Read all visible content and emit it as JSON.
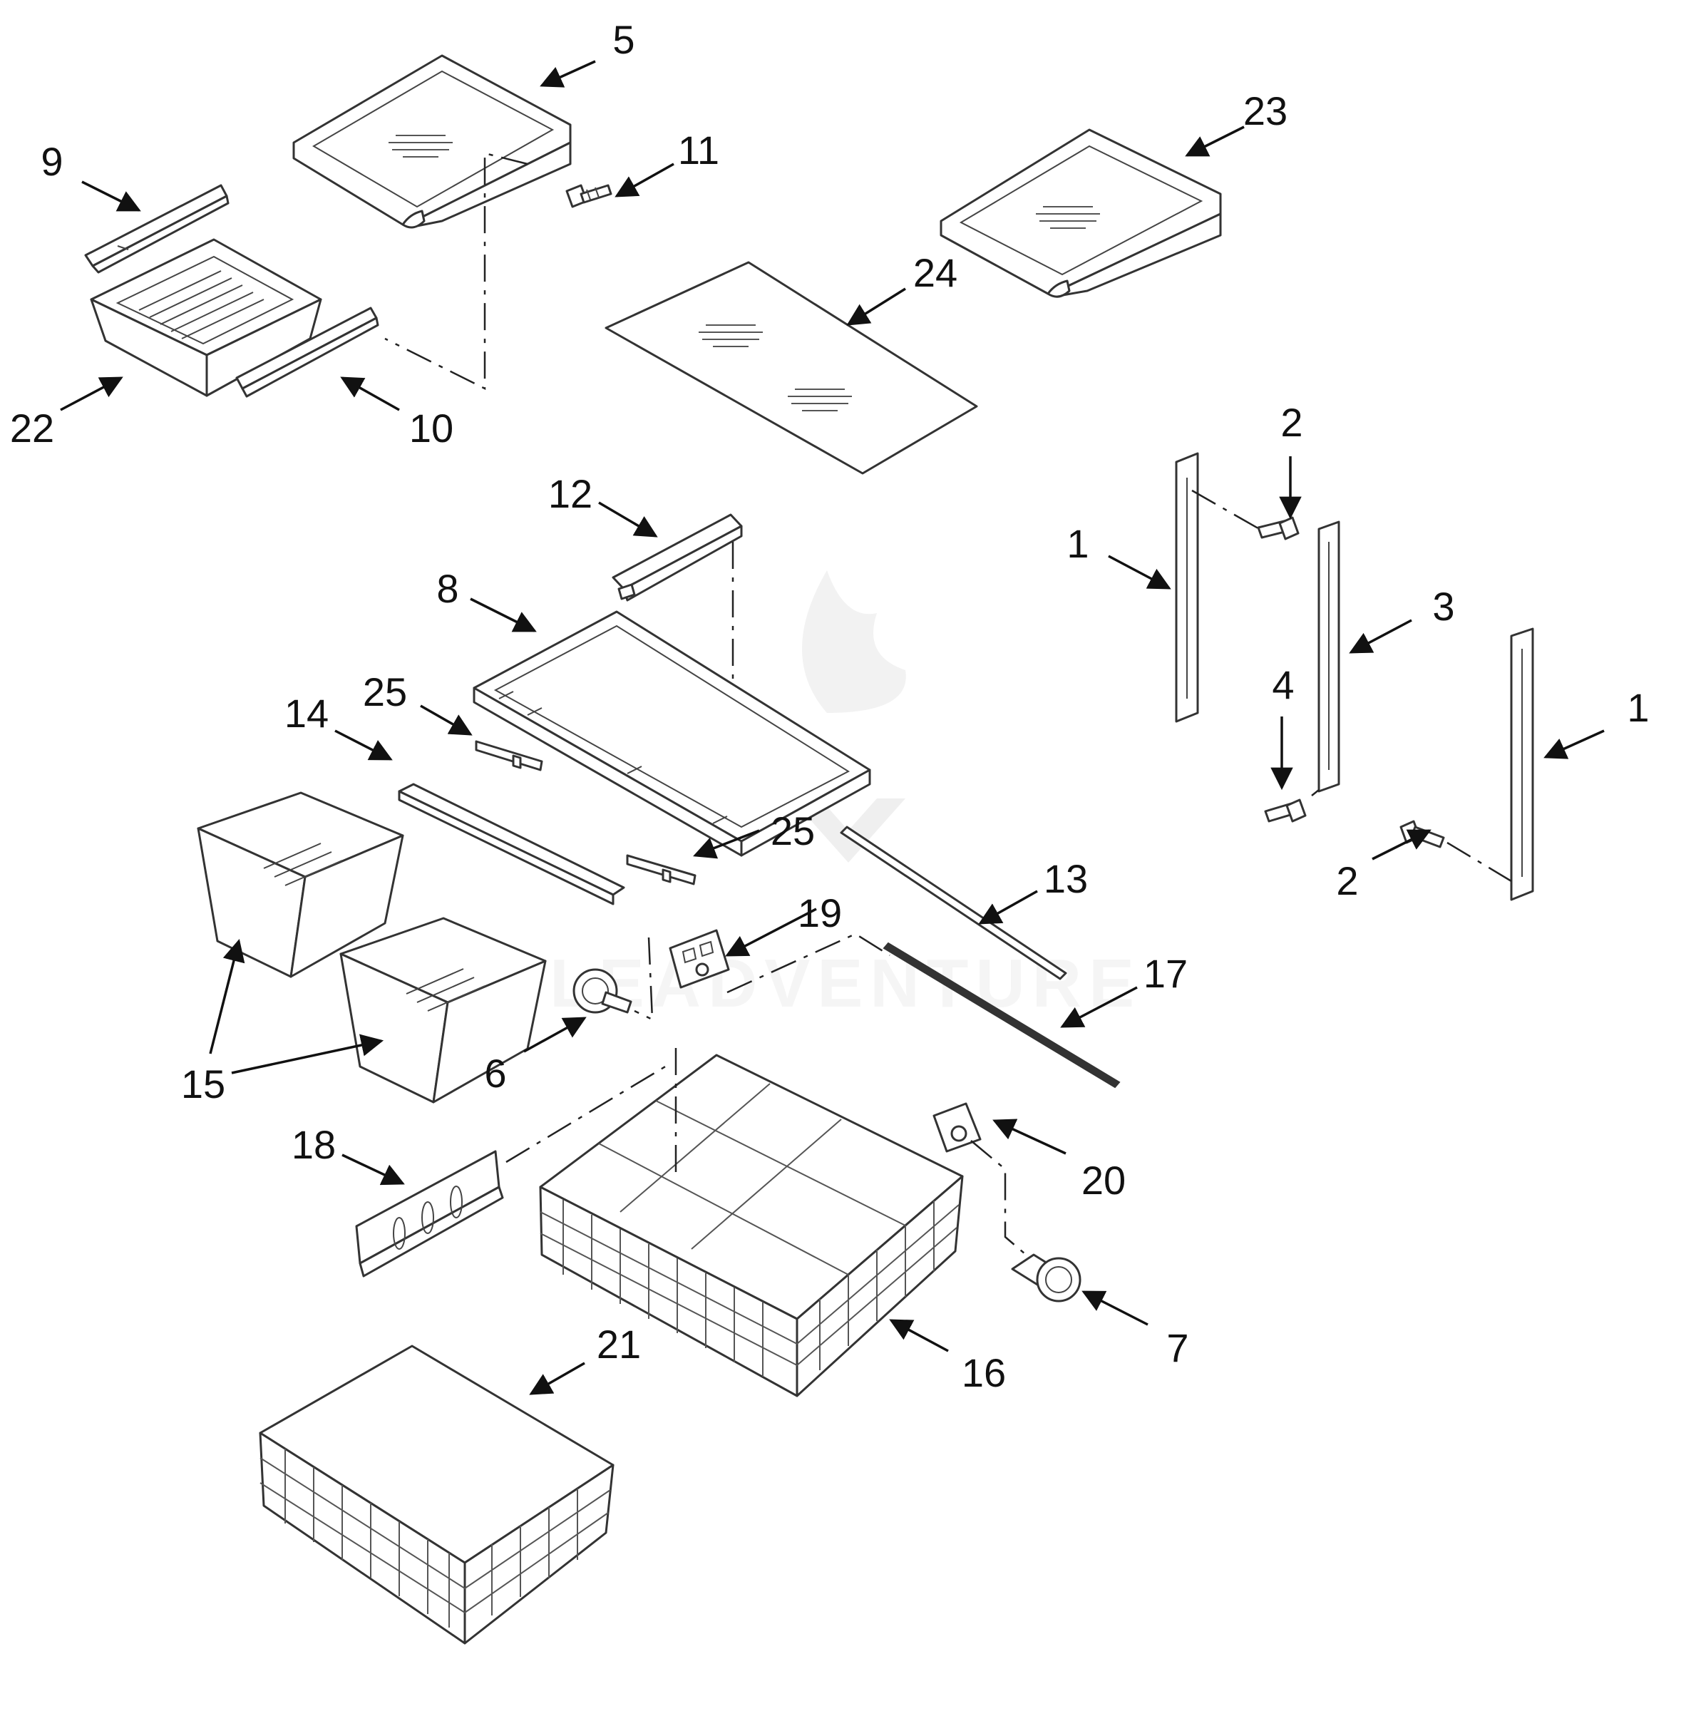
{
  "watermark": "LEADVENTURE",
  "callouts": [
    {
      "id": "c5",
      "label": "5"
    },
    {
      "id": "c9",
      "label": "9"
    },
    {
      "id": "c11",
      "label": "11"
    },
    {
      "id": "c22",
      "label": "22"
    },
    {
      "id": "c10",
      "label": "10"
    },
    {
      "id": "c23",
      "label": "23"
    },
    {
      "id": "c24",
      "label": "24"
    },
    {
      "id": "c2a",
      "label": "2"
    },
    {
      "id": "c1a",
      "label": "1"
    },
    {
      "id": "c3",
      "label": "3"
    },
    {
      "id": "c4",
      "label": "4"
    },
    {
      "id": "c1b",
      "label": "1"
    },
    {
      "id": "c2b",
      "label": "2"
    },
    {
      "id": "c12",
      "label": "12"
    },
    {
      "id": "c8",
      "label": "8"
    },
    {
      "id": "c25a",
      "label": "25"
    },
    {
      "id": "c14",
      "label": "14"
    },
    {
      "id": "c25b",
      "label": "25"
    },
    {
      "id": "c13",
      "label": "13"
    },
    {
      "id": "c19",
      "label": "19"
    },
    {
      "id": "c17",
      "label": "17"
    },
    {
      "id": "c15",
      "label": "15"
    },
    {
      "id": "c6",
      "label": "6"
    },
    {
      "id": "c18",
      "label": "18"
    },
    {
      "id": "c20",
      "label": "20"
    },
    {
      "id": "c7",
      "label": "7"
    },
    {
      "id": "c16",
      "label": "16"
    },
    {
      "id": "c21",
      "label": "21"
    }
  ]
}
